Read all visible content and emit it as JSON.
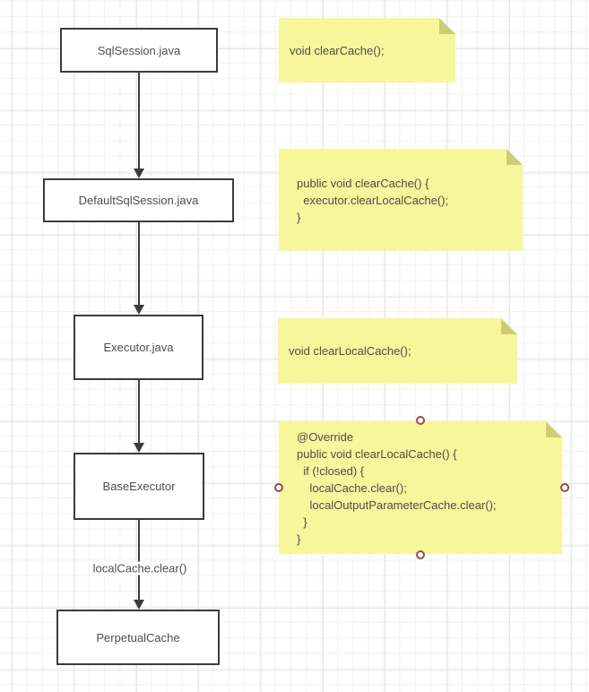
{
  "colors": {
    "note_fill": "#F6F69B",
    "note_fold": "#CDCD73",
    "node_border": "#3C3C3C",
    "arrow": "#3C3C3C",
    "text": "#4D4D4D",
    "grid_minor": "#F1F1F1",
    "grid_major": "#E5E5E5",
    "label_bg": "#FFFFFF",
    "handle_ring": "#9A4A4A"
  },
  "diagram": {
    "nodes": [
      {
        "label": "SqlSession.java"
      },
      {
        "label": "DefaultSqlSession.java"
      },
      {
        "label": "Executor.java"
      },
      {
        "label": "BaseExecutor"
      },
      {
        "label": "PerpetualCache"
      }
    ],
    "edge_label": "localCache.clear()",
    "notes": [
      {
        "lines": [
          "void clearCache();"
        ]
      },
      {
        "lines": [
          "public void clearCache() {",
          "  executor.clearLocalCache();",
          "}"
        ]
      },
      {
        "lines": [
          "void clearLocalCache();"
        ]
      },
      {
        "lines": [
          "@Override",
          "public void clearLocalCache() {",
          "  if (!closed) {",
          "    localCache.clear();",
          "    localOutputParameterCache.clear();",
          "  }",
          "}"
        ]
      }
    ]
  }
}
